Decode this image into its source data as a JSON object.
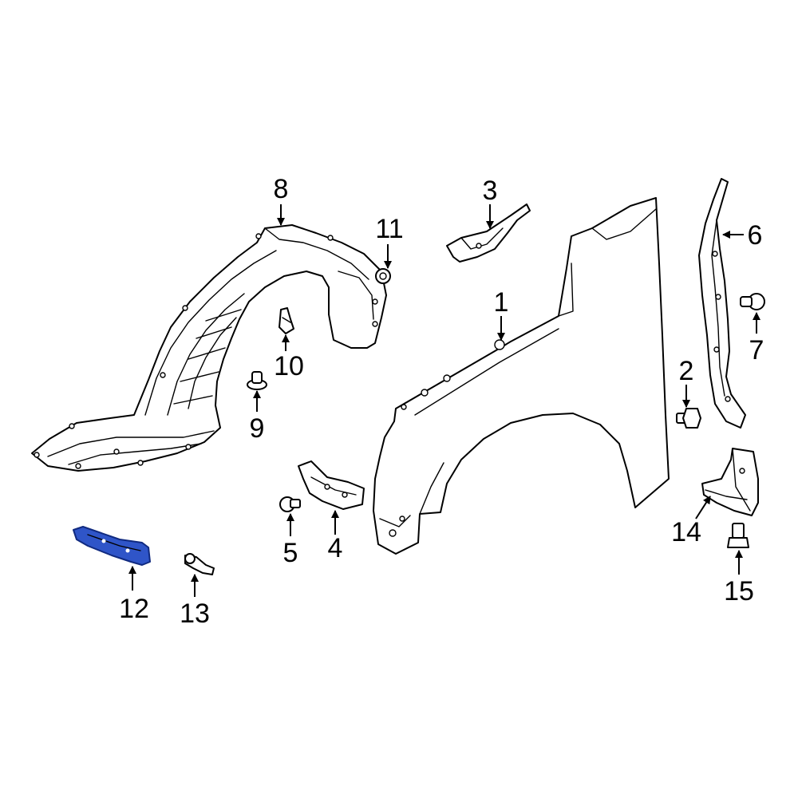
{
  "colors": {
    "line": "#000000",
    "background": "#ffffff",
    "highlight_fill": "#2f55c8",
    "highlight_stroke": "#102a80"
  },
  "highlighted_part": "12",
  "callouts": {
    "c1": "1",
    "c2": "2",
    "c3": "3",
    "c4": "4",
    "c5": "5",
    "c6": "6",
    "c7": "7",
    "c8": "8",
    "c9": "9",
    "c10": "10",
    "c11": "11",
    "c12": "12",
    "c13": "13",
    "c14": "14",
    "c15": "15"
  }
}
